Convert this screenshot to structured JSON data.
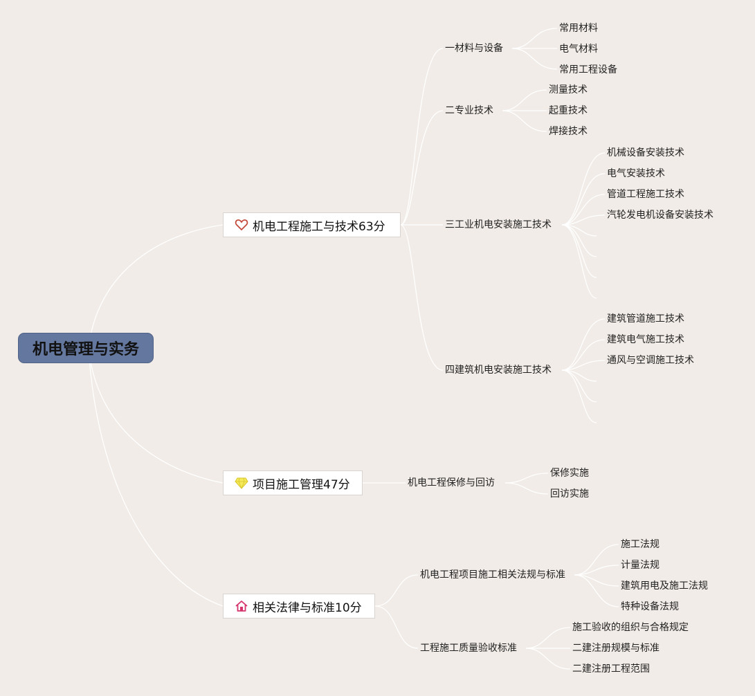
{
  "root": {
    "label": "机电管理与实务"
  },
  "branches": [
    {
      "label": "机电工程施工与技术63分",
      "icon": "heart-icon",
      "children": [
        {
          "label": "一材料与设备",
          "children": [
            "常用材料",
            "电气材料",
            "常用工程设备"
          ]
        },
        {
          "label": "二专业技术",
          "children": [
            "测量技术",
            "起重技术",
            "焊接技术"
          ]
        },
        {
          "label": "三工业机电安装施工技术",
          "children": [
            "机械设备安装技术",
            "电气安装技术",
            "管道工程施工技术",
            "汽轮发电机设备安装技术"
          ]
        },
        {
          "label": "四建筑机电安装施工技术",
          "children": [
            "建筑管道施工技术",
            "建筑电气施工技术",
            "通风与空调施工技术"
          ]
        }
      ]
    },
    {
      "label": "项目施工管理47分",
      "icon": "diamond-icon",
      "children": [
        {
          "label": "机电工程保修与回访",
          "children": [
            "保修实施",
            "回访实施"
          ]
        }
      ]
    },
    {
      "label": "相关法律与标准10分",
      "icon": "home-icon",
      "children": [
        {
          "label": "机电工程项目施工相关法规与标准",
          "children": [
            "施工法规",
            "计量法规",
            "建筑用电及施工法规",
            "特种设备法规"
          ]
        },
        {
          "label": "工程施工质量验收标准",
          "children": [
            "施工验收的组织与合格规定",
            "二建注册规模与标准",
            "二建注册工程范围"
          ]
        }
      ]
    }
  ],
  "colors": {
    "background": "#f1ece7",
    "root": "#64779e",
    "lines": "#ffffff"
  }
}
